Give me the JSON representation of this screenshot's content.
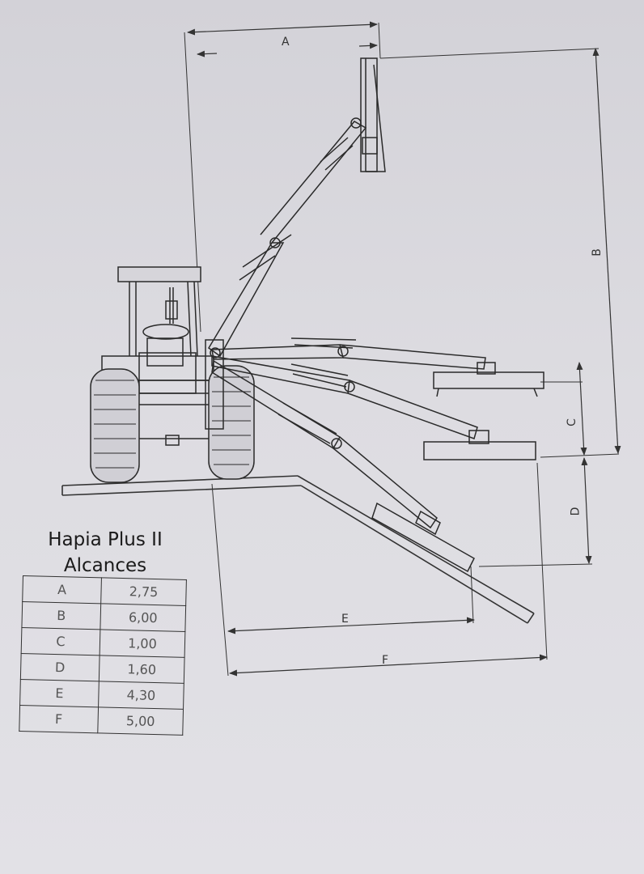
{
  "dimension_labels": {
    "a": "A",
    "b": "B",
    "c": "C",
    "d": "D",
    "e": "E",
    "f": "F"
  },
  "table": {
    "title_line1": "Hapia Plus II",
    "title_line2": "Alcances",
    "rows": [
      {
        "key": "A",
        "value": "2,75"
      },
      {
        "key": "B",
        "value": "6,00"
      },
      {
        "key": "C",
        "value": "1,00"
      },
      {
        "key": "D",
        "value": "1,60"
      },
      {
        "key": "E",
        "value": "4,30"
      },
      {
        "key": "F",
        "value": "5,00"
      }
    ]
  }
}
